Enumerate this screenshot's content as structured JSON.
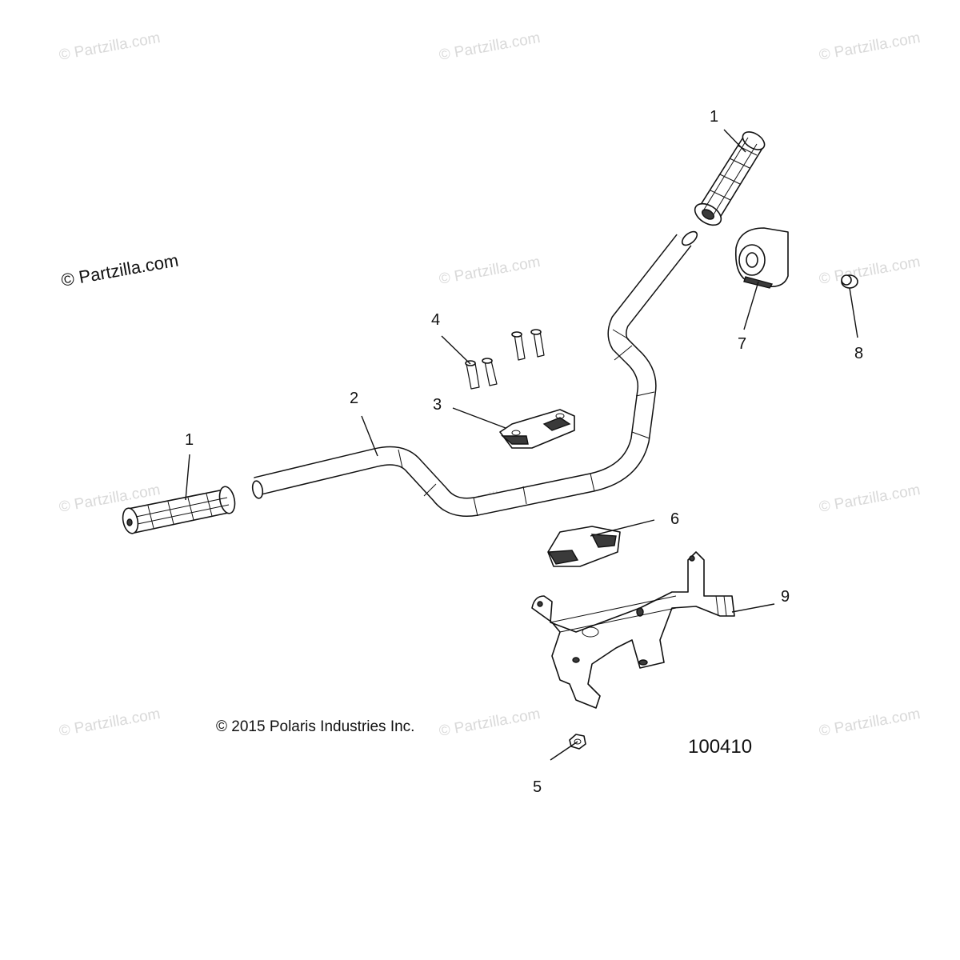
{
  "watermark_text": "© Partzilla.com",
  "logo_credit": "© Partzilla.com",
  "copyright": "© 2015 Polaris Industries Inc.",
  "diagram_code": "100410",
  "callouts": {
    "grip_right": "1",
    "grip_left": "1",
    "handlebar": "2",
    "clamp_top": "3",
    "bolts": "4",
    "nut": "5",
    "clamp_bottom": "6",
    "switch_block": "7",
    "plug": "8",
    "bracket": "9"
  },
  "colors": {
    "line": "#111111",
    "watermark": "#d9d9d9",
    "background": "#ffffff"
  }
}
